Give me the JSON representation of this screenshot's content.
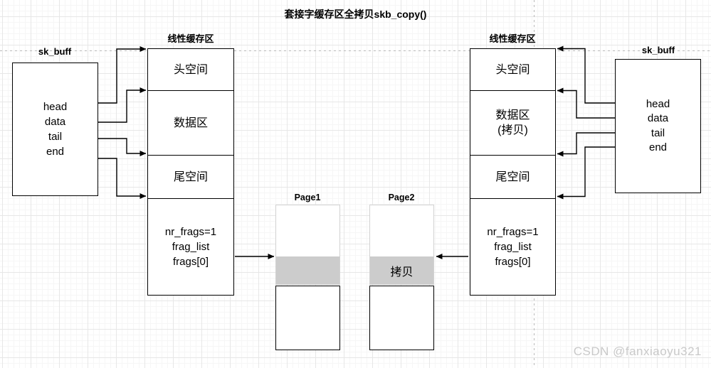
{
  "title": "套接字缓存区全拷贝skb_copy()",
  "watermark": "CSDN @fanxiaoyu321",
  "colors": {
    "band": "#cccccc",
    "page_border": "#d2d2d2",
    "guide": "#b9b9b9",
    "watermark": "#c9c9c9",
    "line": "#000000"
  },
  "left_skbuff": {
    "label": "sk_buff",
    "fields": [
      "head",
      "data",
      "tail",
      "end"
    ]
  },
  "left_linear": {
    "label": "线性缓存区",
    "head_room": "头空间",
    "data_area": "数据区",
    "tail_room": "尾空间",
    "frags": [
      "nr_frags=1",
      "frag_list",
      "frags[0]"
    ]
  },
  "pages": {
    "page1": {
      "label": "Page1",
      "band": ""
    },
    "page2": {
      "label": "Page2",
      "band": "拷贝"
    }
  },
  "right_linear": {
    "label": "线性缓存区",
    "head_room": "头空间",
    "data_area": "数据区",
    "data_area_note": "(拷贝)",
    "tail_room": "尾空间",
    "frags": [
      "nr_frags=1",
      "frag_list",
      "frags[0]"
    ]
  },
  "right_skbuff": {
    "label": "sk_buff",
    "fields": [
      "head",
      "data",
      "tail",
      "end"
    ]
  }
}
